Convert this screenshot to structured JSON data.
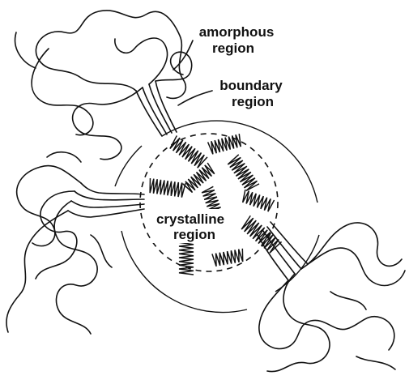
{
  "labels": {
    "amorphous_line1": "amorphous",
    "amorphous_line2": "region",
    "boundary_line1": "boundary",
    "boundary_line2": "region",
    "crystalline_line1": "crystalline",
    "crystalline_line2": "region"
  },
  "colors": {
    "ink": "#111111",
    "background": "#ffffff"
  }
}
